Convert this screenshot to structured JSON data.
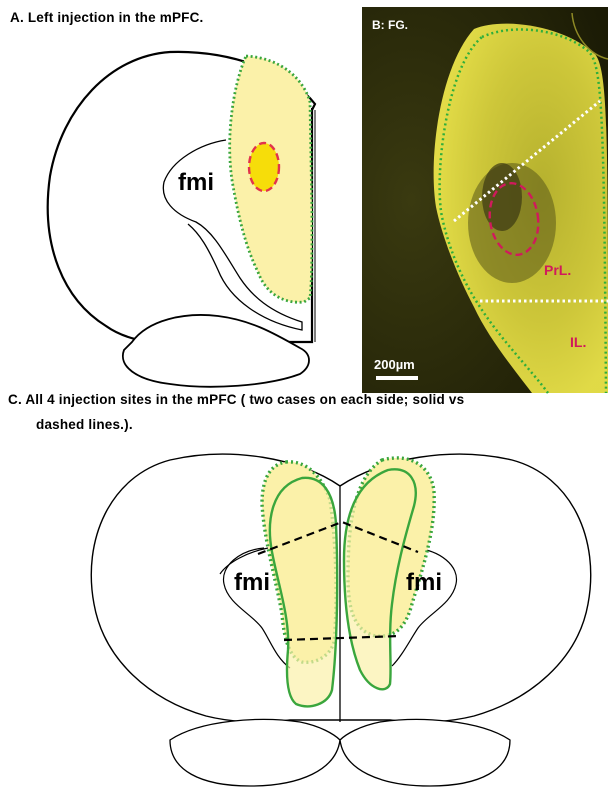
{
  "panel_a": {
    "title": "A. Left injection in the mPFC.",
    "label_fmi": "fmi"
  },
  "panel_b": {
    "title": "B: FG.",
    "label_prl": "PrL.",
    "label_il": "IL.",
    "scale_bar": "200µm",
    "colors": {
      "background": "#2a2a08",
      "tissue": "#d8d234",
      "outline_green": "#2fae3b",
      "site_magenta": "#d01a5c",
      "dotted_white": "#ffffff"
    }
  },
  "panel_c": {
    "title_line1": "C. All 4 injection sites in the mPFC ( two cases on each side; solid vs",
    "title_line2": "dashed  lines.).",
    "label_fmi_left": "fmi",
    "label_fmi_right": "fmi"
  },
  "colors": {
    "injection_fill": "#fbf1a9",
    "injection_core": "#f6dd0a",
    "core_border": "#e2334c",
    "region_green": "#3aa63d",
    "outline": "#000000"
  }
}
